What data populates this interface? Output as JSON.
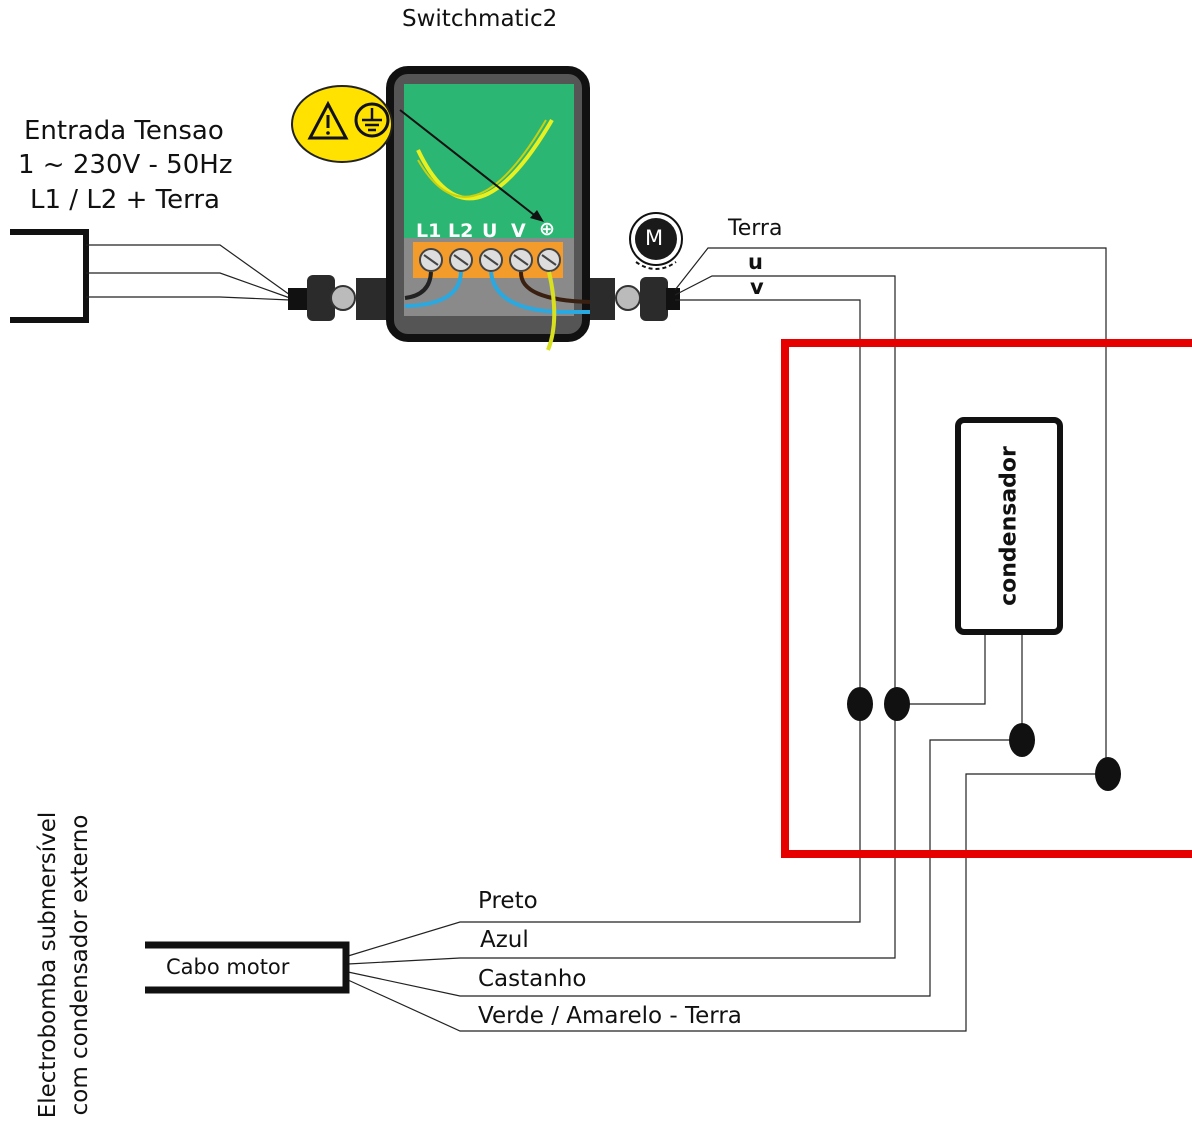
{
  "title": "Switchmatic2",
  "input": {
    "line1": "Entrada Tensao",
    "line2": "1 ~ 230V - 50Hz",
    "line3": "L1 / L2 + Terra"
  },
  "terminals": [
    "L1",
    "L2",
    "U",
    "V",
    "⊕"
  ],
  "motor_symbol": "M",
  "outputs": {
    "terra": "Terra",
    "u": "u",
    "v": "v"
  },
  "capacitor": "condensador",
  "cable": {
    "label": "Cabo motor",
    "wires": [
      "Preto",
      "Azul",
      "Castanho",
      "Verde / Amarelo - Terra"
    ]
  },
  "pump": {
    "line1": "Electrobomba submersível",
    "line2": "com condensador externo"
  },
  "colors": {
    "highlight_box": "#e60000",
    "board": "#2bb673",
    "terminal_block": "#f39c2b",
    "warning_badge": "#ffe200"
  },
  "icons": [
    "warning-triangle-icon",
    "earth-ground-icon",
    "motor-icon"
  ]
}
